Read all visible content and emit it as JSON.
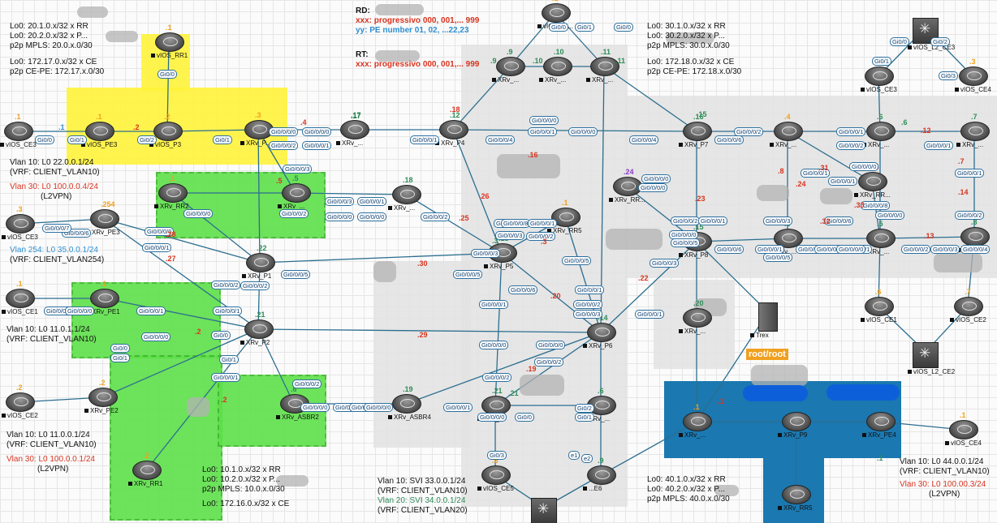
{
  "colors": {
    "accent_red": "#d9331f",
    "accent_green": "#2e8b57",
    "accent_blue": "#2f8fd1",
    "accent_orange": "#f0a020",
    "iface_border": "#2b6f9e"
  },
  "notes": {
    "l1": [
      "Lo0: 20.1.0.x/32 x RR",
      "Lo0: 20.2.0.x/32 x P...",
      "p2p MPLS: 20.0.x.0/30",
      "",
      "Lo0: 172.17.0.x/32 x CE",
      "p2p CE-PE: 172.17.x.0/30"
    ],
    "rd_title": "RD:",
    "rd_xxx": "xxx: progressivo 000, 001,... 999",
    "rd_yy": "yy: PE number 01, 02, ...22,23",
    "rt_title": "RT:",
    "rt_xxx": "xxx: progressivo 000, 001,... 999",
    "r1": [
      "Lo0: 30.1.0.x/32 x RR",
      "Lo0: 30.2.0.x/32 x P...",
      "p2p MPLS: 30.0.x.0/30",
      "",
      "Lo0: 172.18.0.x/32 x CE",
      "p2p CE-PE: 172.18.x.0/30"
    ],
    "v1": [
      "Vlan 10: L0 22.0.0.1/24",
      "(VRF: CLIENT_VLAN10)",
      "Vlan 30: L0 100.0.0.4/24",
      "(L2VPN)"
    ],
    "v2": [
      "Vlan 254: L0 35.0.0.1/24",
      "(VRF: CLIENT_VLAN254)"
    ],
    "v3": [
      "Vlan 10: L0 11.0.1.1/24",
      "(VRF: CLIENT_VLAN10)"
    ],
    "v4": [
      "Vlan 10: L0 11.0.0.1/24",
      "(VRF: CLIENT_VLAN10)",
      "Vlan 30: L0 100.0.0.1/24",
      "(L2VPN)"
    ],
    "b1": [
      "Lo0: 10.1.0.x/32 x RR",
      "Lo0: 10.2.0.x/32 x P...",
      "p2p MPLS: 10.0.x.0/30",
      "",
      "Lo0: 172.16.0.x/32 x CE"
    ],
    "b2": [
      "Vlan 10: SVI 33.0.0.1/24",
      "(VRF: CLIENT_VLAN10)",
      "Vlan 20: SVI 34.0.0.1/24",
      "(VRF: CLIENT_VLAN20)"
    ],
    "b3": [
      "Lo0: 40.1.0.x/32 x RR",
      "Lo0: 40.2.0.x/32 x P...",
      "p2p MPLS: 40.0.x.0/30"
    ],
    "b4": [
      "Vlan 10: L0 44.0.0.1/24",
      "(VRF: CLIENT_VLAN10)",
      "Vlan 30: L0 100.00.3/24",
      "(L2VPN)"
    ],
    "trex_cred": "root/root"
  },
  "nodes": [
    {
      "id": "vios_rr1",
      "label": "vIOS_RR1",
      "type": "router",
      "num": ".1"
    },
    {
      "id": "vios_ce3a",
      "label": "vIOS_CE3",
      "type": "router",
      "num": ".1"
    },
    {
      "id": "vios_pe3",
      "label": "vIOS_PE3",
      "type": "router",
      "num": ".1"
    },
    {
      "id": "vios_p3",
      "label": "vIOS_P3",
      "type": "router",
      "num": ".2"
    },
    {
      "id": "xrv_a",
      "label": "XRv_P...",
      "type": "router",
      "num": ".3"
    },
    {
      "id": "xrv_b",
      "label": "XRv_...",
      "type": "router",
      "num": ".17"
    },
    {
      "id": "xrv_p4",
      "label": "XRv_P4",
      "type": "router",
      "num": ".12"
    },
    {
      "id": "vios_in",
      "label": "vIOS_IN...",
      "type": "router",
      "num": ".1"
    },
    {
      "id": "xrv_c",
      "label": "XRv_...",
      "type": "router",
      "num": ".9"
    },
    {
      "id": "xrv_d",
      "label": "XRv_...",
      "type": "router",
      "num": ".10"
    },
    {
      "id": "xrv_e",
      "label": "XRv_...",
      "type": "router",
      "num": ".11"
    },
    {
      "id": "xrv_p7",
      "label": "XRv_P7",
      "type": "router",
      "num": ".16"
    },
    {
      "id": "xrv_f",
      "label": "XRv_...",
      "type": "router",
      "num": ".4"
    },
    {
      "id": "xrv_g",
      "label": "XRv_...",
      "type": "router",
      "num": ".6"
    },
    {
      "id": "xrv_h",
      "label": "XRv_...",
      "type": "router",
      "num": ".7"
    },
    {
      "id": "vios_l2_ce3",
      "label": "vIOS_L2_CE3",
      "type": "switch",
      "num": ""
    },
    {
      "id": "vios_ce3b",
      "label": "vIOS_CE3",
      "type": "router",
      "num": ".4"
    },
    {
      "id": "vios_ce4a",
      "label": "vIOS_CE4",
      "type": "router",
      "num": ".3"
    },
    {
      "id": "xrv_rr2",
      "label": "XRv_RR2",
      "type": "router",
      "num": ".1"
    },
    {
      "id": "xrv_i",
      "label": "XRv_...",
      "type": "router",
      "num": ".5"
    },
    {
      "id": "xrv_j",
      "label": "XRv_...",
      "type": "router",
      "num": ".18"
    },
    {
      "id": "xrv_rr",
      "label": "XRv_RR...",
      "type": "router",
      "num": ".24"
    },
    {
      "id": "xrv_rr6",
      "label": "XRv_RR...",
      "type": "router",
      "num": ".25"
    },
    {
      "id": "vios_ce3c",
      "label": "vIOS_CE3",
      "type": "router",
      "num": ".3"
    },
    {
      "id": "xrv_pe3",
      "label": "XRv_PE3",
      "type": "router",
      "num": ".254"
    },
    {
      "id": "xrv_p1",
      "label": "XRv_P1",
      "type": "router",
      "num": ".22"
    },
    {
      "id": "xrv_p5",
      "label": "XRv_P5",
      "type": "router",
      "num": ".13"
    },
    {
      "id": "xrv_rr5",
      "label": "XRv_RR5",
      "type": "router",
      "num": ".1"
    },
    {
      "id": "xrv_p8",
      "label": "XRv_P8",
      "type": "router",
      "num": ".15"
    },
    {
      "id": "xrv_k",
      "label": "XRv_...",
      "type": "router",
      "num": ".8"
    },
    {
      "id": "xrv_l",
      "label": "XRv_...",
      "type": "router",
      "num": ".5"
    },
    {
      "id": "xrv_m",
      "label": "XRv_...",
      "type": "router",
      "num": ".8"
    },
    {
      "id": "vios_ce1",
      "label": "vIOS_CE1",
      "type": "router",
      "num": ".1"
    },
    {
      "id": "xrv_pe1",
      "label": "XRv_PE1",
      "type": "router",
      "num": ".1"
    },
    {
      "id": "xrv_p2",
      "label": "XRv_P2",
      "type": "router",
      "num": ".21"
    },
    {
      "id": "xrv_p6",
      "label": "XRv_P6",
      "type": "router",
      "num": ".14"
    },
    {
      "id": "xrv_n",
      "label": "XRv_...",
      "type": "router",
      "num": ".20"
    },
    {
      "id": "trex",
      "label": "Trex",
      "type": "server",
      "num": ""
    },
    {
      "id": "vios_ce1b",
      "label": "vIOS_CE1",
      "type": "router",
      "num": ".6"
    },
    {
      "id": "vios_ce2b",
      "label": "vIOS_CE2",
      "type": "router",
      "num": ".7"
    },
    {
      "id": "vios_l2_ce2",
      "label": "vIOS_L2_CE2",
      "type": "switch",
      "num": ""
    },
    {
      "id": "vios_ce2",
      "label": "vIOS_CE2",
      "type": "router",
      "num": ".2"
    },
    {
      "id": "xrv_pe2",
      "label": "XRv_PE2",
      "type": "router",
      "num": ".2"
    },
    {
      "id": "xrv_asbr2",
      "label": "XRv_ASBR2",
      "type": "router",
      "num": ".6"
    },
    {
      "id": "xrv_asbr4",
      "label": "XRv_ASBR4",
      "type": "router",
      "num": ".19"
    },
    {
      "id": "xrv_o",
      "label": "XRv_...",
      "type": "router",
      "num": ".21"
    },
    {
      "id": "xrv_q",
      "label": "XRv_...",
      "type": "router",
      "num": ".6"
    },
    {
      "id": "xrv_rr1",
      "label": "XRv_RR1",
      "type": "router",
      "num": ".2"
    },
    {
      "id": "vios_ce5",
      "label": "vIOS_CE5",
      "type": "router",
      "num": ".6"
    },
    {
      "id": "vios_e6",
      "label": "...E6",
      "type": "router",
      "num": ".9"
    },
    {
      "id": "xrv_r",
      "label": "XRv_...",
      "type": "router",
      "num": ".1"
    },
    {
      "id": "xrv_p9",
      "label": "XRv_P9",
      "type": "router",
      "num": ""
    },
    {
      "id": "xrv_pe4",
      "label": "XRv_PE4",
      "type": "router",
      "num": ""
    },
    {
      "id": "xrv_rr5b",
      "label": "XRv_RR5",
      "type": "router",
      "num": ""
    },
    {
      "id": "vios_ce4b",
      "label": "vIOS_CE4",
      "type": "router",
      "num": ".1"
    },
    {
      "id": "sw_bottom",
      "label": "",
      "type": "switch",
      "num": ""
    }
  ],
  "interfaces": [
    "Gi0/0",
    "Gi0/0",
    "Gi0/1",
    "Gi0/2",
    "Gi0/1",
    "Gi0/0/0/0",
    "Gi0/0/0/2",
    "Gi0/0/0/0",
    "Gi0/0/0/1",
    "Gi0/0/0/1",
    "Gi0/0/0/4",
    "Gi0/0/0/0",
    "Gi0/0/0/1",
    "Gi0/0/0/0",
    "Gi0/0/0/4",
    "Gi0/0/0/6",
    "Gi0/0/0/2",
    "Gi0/0/0/1",
    "Gi0/0/0/2",
    "Gi0/0/0/1",
    "Gi0/0",
    "Gi0/1",
    "Gi0/2",
    "Gi0/3",
    "Gi0/0",
    "Gi0/1",
    "Gi0/0",
    "Gi0/0/0/3",
    "Gi0/0/0/0",
    "Gi0/0/0/2",
    "Gi0/0/0/3",
    "Gi0/0/0/0",
    "Gi0/0/0/1",
    "Gi0/0/0/0",
    "Gi0/0/0/2",
    "Gi0/0/0/5",
    "Gi0/0/0/5",
    "Gi0/0/0/4",
    "Gi0/0/0/3",
    "Gi0/0/0/8",
    "Gi0/0/0/2",
    "Gi0/0/0/1",
    "Gi0/0/0/3",
    "Gi0/0/0/5",
    "Gi0/0/0/6",
    "Gi0/0/0/1",
    "Gi0/0/0/2",
    "Gi0/0/0/3",
    "Gi0/0/0/1",
    "Gi0/0/0/0",
    "Gi0/0/0/1",
    "Gi0/0/0/0",
    "Gi0/0/0/2",
    "Gi0/0/0/2",
    "Gi0/0/0/1",
    "Gi0/0/0/0",
    "Gi0/0/0/0",
    "Gi0/0/0/0",
    "Gi0/0/0/5",
    "Gi0/0/0/3",
    "Gi0/0/0/6",
    "Gi0/0/0/0",
    "Gi0/0/0/1",
    "Gi0/0/0/2",
    "Gi0/0/0/1",
    "Gi0/0/0/2",
    "Gi0/0/0/3",
    "Gi0/0/0/4",
    "Gi0/0/0/3",
    "Gi0/0/0/5",
    "Gi0/0/0/6",
    "Gi0/0/0/0",
    "Gi0/0/0/1",
    "Gi0/0/0/0",
    "Gi0/0/0/2",
    "Gi0/0/0/1",
    "Gi0/0/0/0",
    "Gi0/0/0/1",
    "Gi0/0/0/8",
    "Gi0/0/0/6",
    "Gi0/0/0/7",
    "Gi0/0/0/0",
    "Gi0/0/0/1",
    "Gi0/0/0/2",
    "Gi0/0/0/1",
    "Gi0/0/0/2",
    "Gi0/0",
    "Gi0/1",
    "Gi0/0",
    "Gi0/1",
    "Gi0/0/0/2",
    "Gi0/0/0/0",
    "Gi0/0/0/1",
    "Gi0/0/0/0",
    "Gi0/0/0/1",
    "Gi0/0/0/2",
    "Gi0/0/0/0",
    "Gi0/0/0/1",
    "Gi0/0/0/1",
    "Gi0/0/0/0",
    "Gi0/0/0/1",
    "Gi0/0/0/2",
    "Gi0/0/0/0",
    "Gi0/0",
    "Gi0/1",
    "Gi0/2",
    "Gi0/3",
    "e1",
    "e2"
  ],
  "link_labels": [
    ".1",
    ".2",
    ".5",
    ".4",
    ".17",
    ".18",
    ".16",
    ".15",
    ".14",
    ".13",
    ".12",
    ".11",
    ".10",
    ".9",
    ".8",
    ".7",
    ".6",
    ".3",
    ".28",
    ".27",
    ".26",
    ".25",
    ".24",
    ".23",
    ".22",
    ".21",
    ".20",
    ".19",
    ".30",
    ".29",
    ".31",
    ".32",
    ".33",
    ".2",
    ".2",
    ".3",
    ".1",
    ".1"
  ],
  "subnet_nums": [
    ".1",
    ".1",
    ".1",
    ".1",
    ".2",
    ".3",
    ".9",
    ".10",
    ".11",
    ".2",
    ".6",
    ".7",
    ".8",
    ".5",
    ".4",
    ".3",
    ".2",
    ".1",
    ".2",
    ".2",
    ".1",
    ".1",
    ".1",
    ".6",
    ".4",
    ".1",
    ".9",
    ".8",
    ".7",
    ".6",
    ".5",
    ".4",
    ".3"
  ]
}
